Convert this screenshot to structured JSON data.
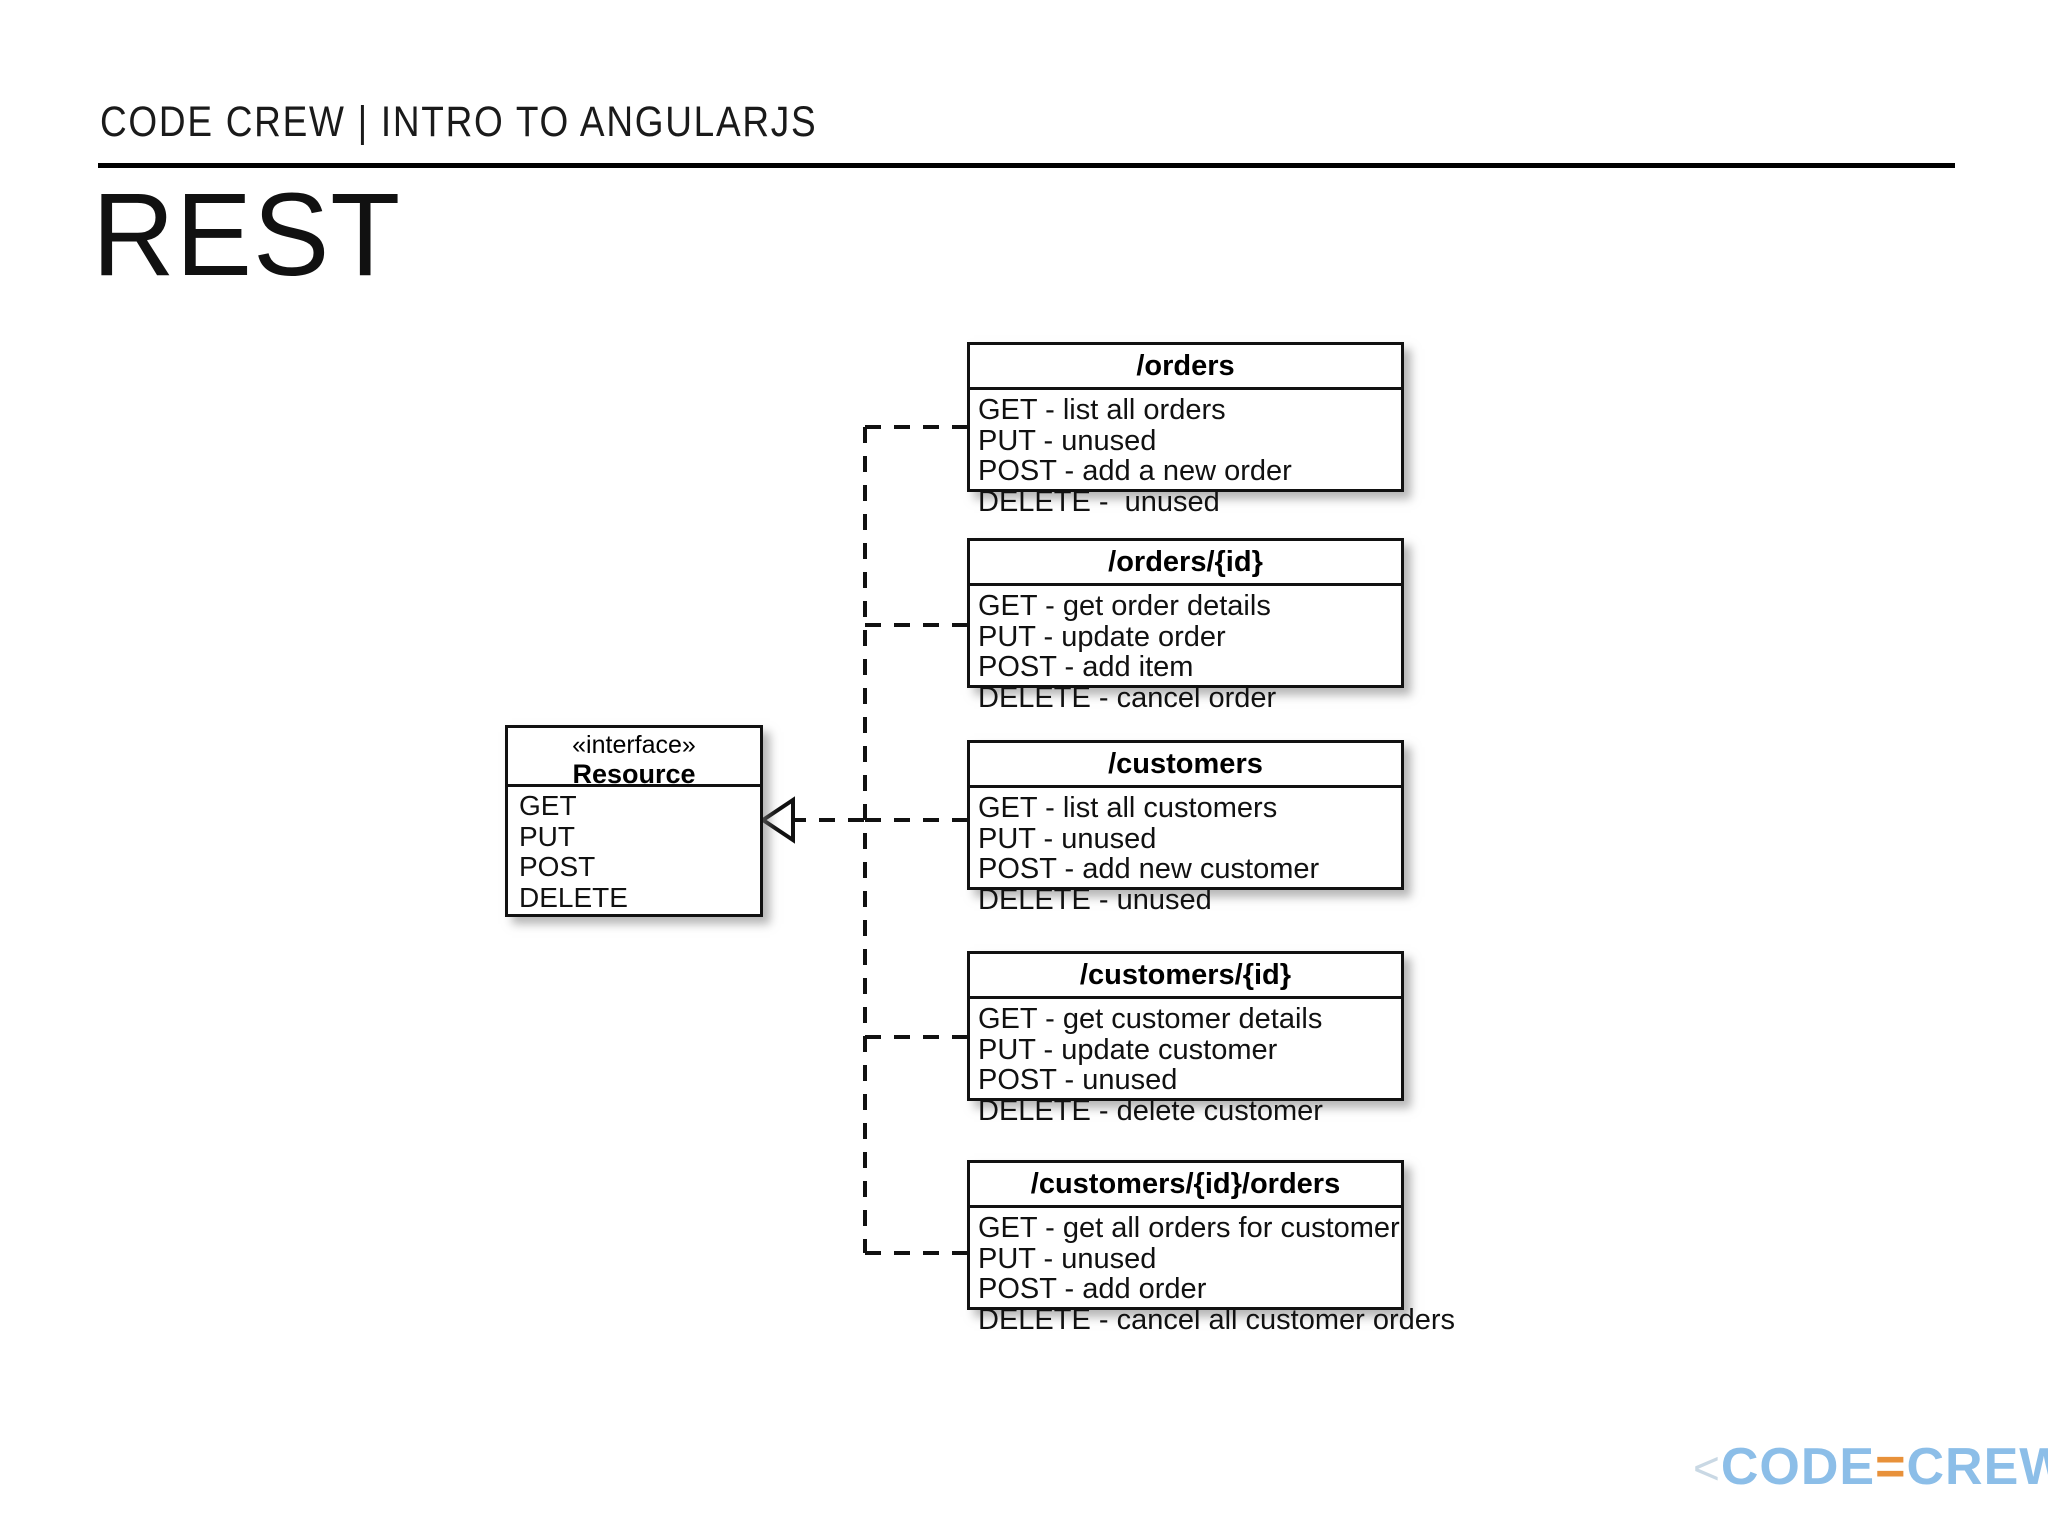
{
  "slide": {
    "eyebrow": "CODE CREW | INTRO TO ANGULARJS",
    "title": "REST",
    "background_color": "#ffffff",
    "rule_color": "#000000"
  },
  "interface_box": {
    "stereotype": "«interface»",
    "name": "Resource",
    "methods": [
      "GET",
      "PUT",
      "POST",
      "DELETE"
    ]
  },
  "resources": [
    {
      "path": "/orders",
      "operations": [
        "GET - list all orders",
        "PUT - unused",
        "POST - add a new order",
        "DELETE -  unused"
      ]
    },
    {
      "path": "/orders/{id}",
      "operations": [
        "GET - get order details",
        "PUT - update order",
        "POST - add item",
        "DELETE - cancel order"
      ]
    },
    {
      "path": "/customers",
      "operations": [
        "GET - list all customers",
        "PUT - unused",
        "POST - add new customer",
        "DELETE - unused"
      ]
    },
    {
      "path": "/customers/{id}",
      "operations": [
        "GET - get customer details",
        "PUT - update customer",
        "POST - unused",
        "DELETE - delete customer"
      ]
    },
    {
      "path": "/customers/{id}/orders",
      "operations": [
        "GET - get all orders for customer",
        "PUT - unused",
        "POST - add order",
        "DELETE - cancel all customer orders"
      ]
    }
  ],
  "relationship": {
    "type": "realization",
    "line_style": "dashed",
    "arrowhead": "hollow-triangle",
    "color": "#111111"
  },
  "logo": {
    "open_bracket": "<",
    "left_word": "CODE",
    "equals": "=",
    "right_word": "CREW",
    "close_bracket": ">",
    "word_color": "#8cbee8",
    "equals_color": "#e8913a",
    "bracket_color": "#c9d8e4"
  }
}
